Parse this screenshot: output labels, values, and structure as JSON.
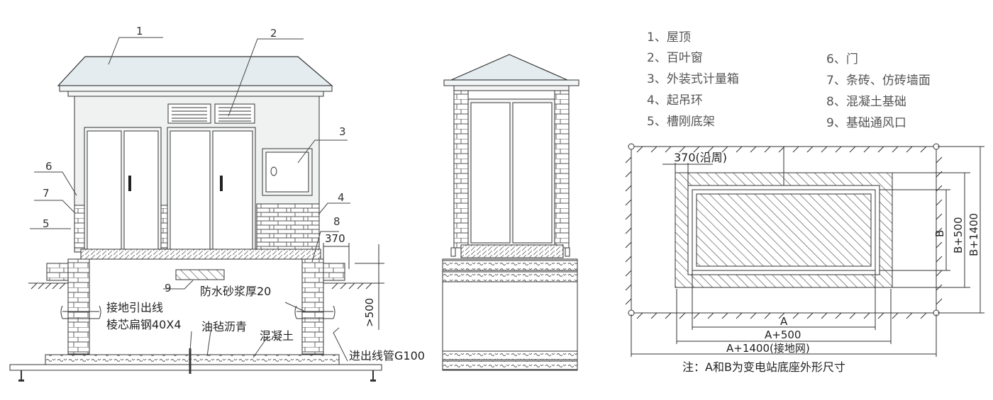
{
  "legend": {
    "items": [
      {
        "label": "1、屋顶"
      },
      {
        "label": "2、百叶窗"
      },
      {
        "label": "3、外装式计量箱"
      },
      {
        "label": "4、起吊环"
      },
      {
        "label": "5、槽刚底架"
      },
      {
        "label": "6、门"
      },
      {
        "label": "7、条砖、仿砖墙面"
      },
      {
        "label": "8、混凝土基础"
      },
      {
        "label": "9、基础通风口"
      }
    ]
  },
  "front_view": {
    "callouts": {
      "c1": "1",
      "c2": "2",
      "c3": "3",
      "c4": "4",
      "c5": "5",
      "c6": "6",
      "c7": "7",
      "c8": "8",
      "c9": "9"
    },
    "dim_370": "370",
    "dim_500": ">500",
    "ground_wire": "接地引出线",
    "flat_steel": "棱芯扁钢40X4",
    "waterproof": "防水砂浆厚20",
    "felt_asphalt": "油毡沥青",
    "concrete": "混凝土",
    "conduit": "进出线管G100"
  },
  "plan_view": {
    "perimeter": "370(沿周)",
    "dim_a": "A",
    "dim_a500": "A+500",
    "dim_a1400": "A+1400(接地网)",
    "dim_b": "B",
    "dim_b500": "B+500",
    "dim_b1400": "B+1400",
    "note": "注：A和B为变电站底座外形尺寸"
  },
  "colors": {
    "line": "#333333",
    "roof": "#e4ecef",
    "wall": "#f0f2f2"
  }
}
